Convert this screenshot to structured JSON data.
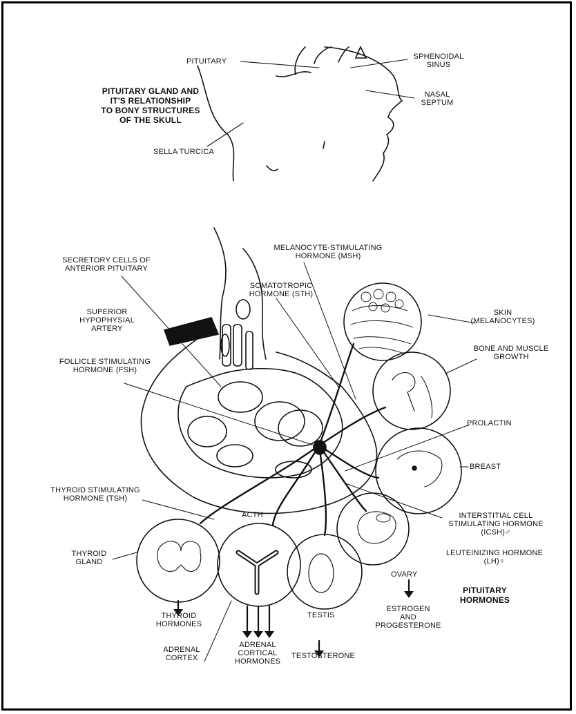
{
  "skull_panel": {
    "title_lines": [
      "PITUITARY GLAND AND",
      "IT'S RELATIONSHIP",
      "TO BONY STRUCTURES",
      "OF THE SKULL"
    ],
    "labels": {
      "pituitary": "PITUITARY",
      "sphenoidal_sinus": [
        "SPHENOIDAL",
        "SINUS"
      ],
      "nasal_septum": [
        "NASAL",
        "SEPTUM"
      ],
      "sella_turcica": "SELLA TURCICA"
    }
  },
  "gland_panel": {
    "secretory_cells": [
      "SECRETORY CELLS OF",
      "ANTERIOR PITUITARY"
    ],
    "superior_artery": [
      "SUPERIOR",
      "HYPOPHYSIAL",
      "ARTERY"
    ],
    "fsh": [
      "FOLLICLE STIMULATING",
      "HORMONE (FSH)"
    ],
    "msh": [
      "MELANOCYTE-STIMULATING",
      "HORMONE (MSH)"
    ],
    "sth": [
      "SOMATOTROPIC",
      "HORMONE (STH)"
    ],
    "tsh": [
      "THYROID STIMULATING",
      "HORMONE (TSH)"
    ],
    "acth": "ACTH",
    "prolactin": "PROLACTIN",
    "icsh": [
      "INTERSTITIAL CELL",
      "STIMULATING HORMONE",
      "(ICSH)♂"
    ],
    "lh": [
      "LEUTEINIZING HORMONE",
      "(LH)♀"
    ]
  },
  "targets": {
    "skin": [
      "SKIN",
      "(MELANOCYTES)"
    ],
    "bone_muscle": [
      "BONE AND MUSCLE",
      "GROWTH"
    ],
    "breast": "BREAST",
    "thyroid_gland": [
      "THYROID",
      "GLAND"
    ],
    "ovary": "OVARY",
    "testis": "TESTIS",
    "adrenal_cortex": [
      "ADRENAL",
      "CORTEX"
    ]
  },
  "outputs": {
    "thyroid_hormones": [
      "THYROID",
      "HORMONES"
    ],
    "adrenal_cortical": [
      "ADRENAL",
      "CORTICAL",
      "HORMONES"
    ],
    "testosterone": "TESTOSTERONE",
    "estrogen": [
      "ESTROGEN",
      "AND",
      "PROGESTERONE"
    ]
  },
  "panel_title": [
    "PITUITARY",
    "HORMONES"
  ],
  "colors": {
    "ink": "#111111",
    "paper": "#ffffff",
    "stipple": "#9a9a9a"
  }
}
